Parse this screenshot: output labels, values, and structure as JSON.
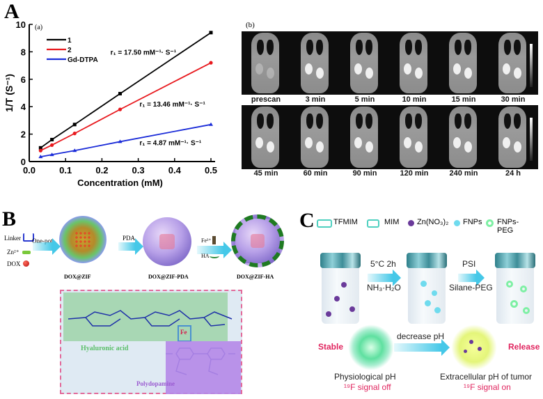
{
  "panels": {
    "A": {
      "letter": "A",
      "sub_a": "(a)",
      "sub_b": "(b)"
    },
    "B": {
      "letter": "B",
      "legend": {
        "linker": "Linker",
        "zn": "Zn²⁺",
        "dox": "DOX"
      },
      "steps": {
        "one_pot": "One-pot",
        "pda": "PDA",
        "fe": "Fe³⁺",
        "ha": "HA"
      },
      "particles": [
        "DOX@ZIF",
        "DOX@ZIF-PDA",
        "DOX@ZIF-HA"
      ],
      "inset": {
        "hyaluronic_acid": "Hyaluronic acid",
        "polydopamine": "Polydopamine",
        "fe_label": "Fe"
      }
    },
    "C": {
      "letter": "C",
      "legend": [
        "TFMIM",
        "MIM",
        "Zn(NO₃)₂",
        "FNPs",
        "FNPs-PEG"
      ],
      "step1": {
        "top": "5°C 2h",
        "bottom": "NH₃·H₂O"
      },
      "step2": {
        "top": "PSI",
        "bottom": "Silane-PEG"
      },
      "stable": "Stable",
      "release": "Release",
      "decrease_ph": "decrease pH",
      "left_caption": "Physiological pH",
      "left_signal": "¹⁹F signal off",
      "right_caption": "Extracellular pH of tumor",
      "right_signal": "¹⁹F signal on"
    }
  },
  "mri": {
    "top_labels": [
      "prescan",
      "3 min",
      "5 min",
      "10 min",
      "15 min",
      "30 min"
    ],
    "bottom_labels": [
      "45 min",
      "60 min",
      "90 min",
      "120 min",
      "240 min",
      "24 h"
    ]
  },
  "chart_data": {
    "type": "line",
    "title": "(a)",
    "xlabel": "Concentration (mM)",
    "ylabel": "1/T (S⁻¹)",
    "xlim": [
      0.0,
      0.5
    ],
    "ylim": [
      0,
      10
    ],
    "xticks": [
      "0.0",
      "0.1",
      "0.2",
      "0.3",
      "0.4",
      "0.5"
    ],
    "yticks": [
      "0",
      "2",
      "4",
      "6",
      "8",
      "10"
    ],
    "legend_position": "upper-left",
    "grid": false,
    "x": [
      0.03125,
      0.0625,
      0.125,
      0.25,
      0.5
    ],
    "series": [
      {
        "name": "1",
        "color": "#000000",
        "marker": "square",
        "values": [
          1.0,
          1.6,
          2.7,
          4.95,
          9.4
        ]
      },
      {
        "name": "2",
        "color": "#e8191e",
        "marker": "circle",
        "values": [
          0.8,
          1.2,
          2.05,
          3.8,
          7.2
        ]
      },
      {
        "name": "Gd-DTPA",
        "color": "#1a2bd8",
        "marker": "triangle",
        "values": [
          0.35,
          0.5,
          0.8,
          1.45,
          2.7
        ]
      }
    ],
    "annotations": [
      {
        "text": "r₁ = 17.50 mM⁻¹· S⁻¹",
        "x": 0.3,
        "y": 7.8
      },
      {
        "text": "r₁ = 13.46 mM⁻¹· S⁻¹",
        "x": 0.38,
        "y": 4.0
      },
      {
        "text": "r₁ = 4.87 mM⁻¹· S⁻¹",
        "x": 0.38,
        "y": 1.2
      }
    ]
  }
}
